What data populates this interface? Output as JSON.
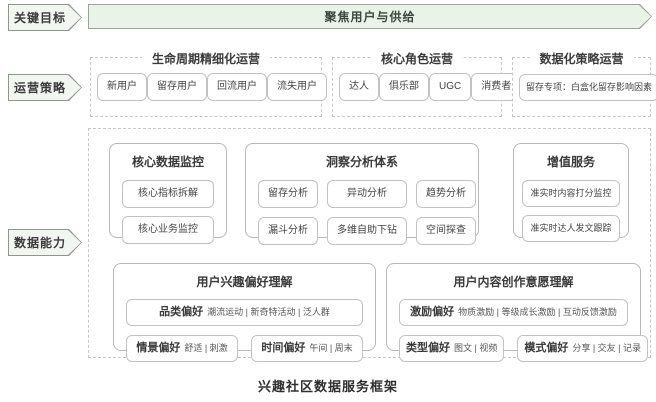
{
  "caption": "兴趣社区数据服务框架",
  "colors": {
    "banner_fill": "#eaf3e8",
    "banner_border": "#97a497",
    "tag_fill": "#f1f6f0",
    "dashed_border": "#c6c6c6",
    "card_border": "#b8b8b8",
    "text": "#3b3b3b"
  },
  "goal_row": {
    "tag": "关键目标",
    "banner": "聚焦用户与供给"
  },
  "strategy_row": {
    "tag": "运营策略",
    "groups": [
      {
        "title": "生命周期精细化运营",
        "items": [
          "新用户",
          "留存用户",
          "回流用户",
          "流失用户"
        ]
      },
      {
        "title": "核心角色运营",
        "items": [
          "达人",
          "俱乐部",
          "UGC",
          "消费者"
        ]
      },
      {
        "title": "数据化策略运营",
        "items": [
          "留存专项：白盒化留存影响因素"
        ]
      }
    ]
  },
  "capability_row": {
    "tag": "数据能力",
    "cards": [
      {
        "title": "核心数据监控",
        "items": [
          "核心指标拆解",
          "核心业务监控"
        ]
      },
      {
        "title": "洞察分析体系",
        "items": [
          "留存分析",
          "异动分析",
          "趋势分析",
          "漏斗分析",
          "多维自助下钻",
          "空间探查"
        ]
      },
      {
        "title": "增值服务",
        "items": [
          "准实时内容打分监控",
          "准实时达人发文跟踪"
        ]
      },
      {
        "title": "用户兴趣偏好理解",
        "items": [
          {
            "k": "品类偏好",
            "v": "潮流运动 | 新奇特活动 | 泛人群"
          },
          {
            "k": "情景偏好",
            "v": "舒适 | 刺激"
          },
          {
            "k": "时间偏好",
            "v": "午间 | 周末"
          }
        ]
      },
      {
        "title": "用户内容创作意愿理解",
        "items": [
          {
            "k": "激励偏好",
            "v": "物质激励 | 等级成长激励 | 互动反馈激励"
          },
          {
            "k": "类型偏好",
            "v": "图文 | 视频"
          },
          {
            "k": "模式偏好",
            "v": "分享 | 交友 | 记录"
          }
        ]
      }
    ]
  }
}
